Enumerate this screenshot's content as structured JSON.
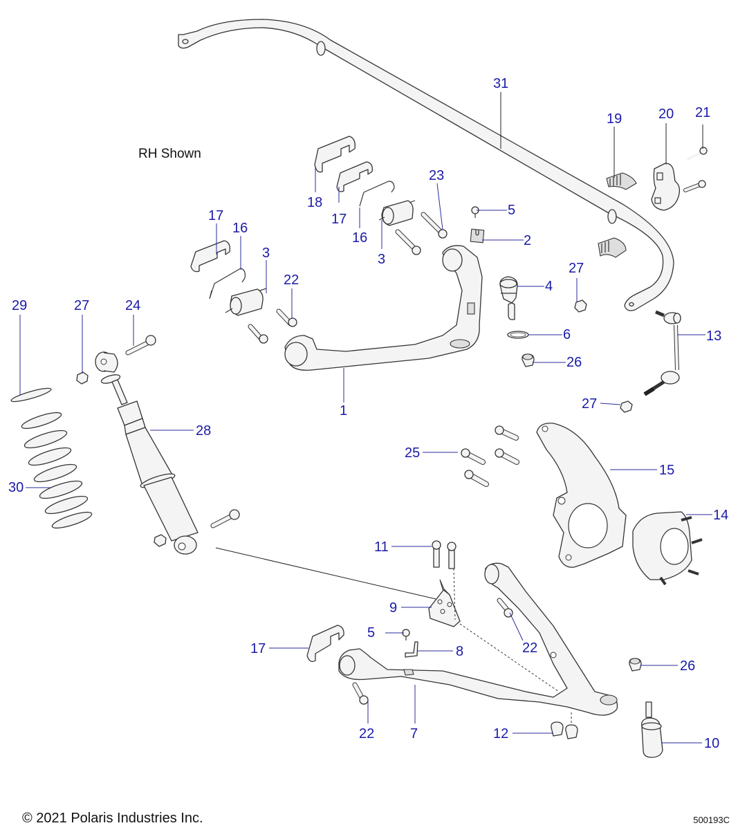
{
  "diagram": {
    "note": "RH Shown",
    "copyright": "© 2021 Polaris Industries Inc.",
    "drawing_number": "500193C",
    "label_color": "#1a1aa8",
    "callouts": [
      {
        "id": "31",
        "part": "stabilizer-bar"
      },
      {
        "id": "19",
        "part": "bushing"
      },
      {
        "id": "20",
        "part": "bracket-clamp"
      },
      {
        "id": "21",
        "part": "bolt"
      },
      {
        "id": "18",
        "part": "cover"
      },
      {
        "id": "17",
        "part": "clip"
      },
      {
        "id": "16",
        "part": "clip"
      },
      {
        "id": "23",
        "part": "bolt"
      },
      {
        "id": "5",
        "part": "screw"
      },
      {
        "id": "2",
        "part": "nut-clip"
      },
      {
        "id": "3",
        "part": "bushing"
      },
      {
        "id": "17",
        "part": "clip"
      },
      {
        "id": "16",
        "part": "clip"
      },
      {
        "id": "3",
        "part": "bushing"
      },
      {
        "id": "22",
        "part": "bolt"
      },
      {
        "id": "4",
        "part": "ball-joint"
      },
      {
        "id": "27",
        "part": "nut"
      },
      {
        "id": "6",
        "part": "ring"
      },
      {
        "id": "13",
        "part": "link"
      },
      {
        "id": "29",
        "part": "spring-seat"
      },
      {
        "id": "27",
        "part": "nut"
      },
      {
        "id": "24",
        "part": "bolt"
      },
      {
        "id": "26",
        "part": "bushing"
      },
      {
        "id": "1",
        "part": "upper-a-arm"
      },
      {
        "id": "27",
        "part": "nut"
      },
      {
        "id": "28",
        "part": "shock"
      },
      {
        "id": "25",
        "part": "bolt"
      },
      {
        "id": "15",
        "part": "spindle"
      },
      {
        "id": "30",
        "part": "spring"
      },
      {
        "id": "14",
        "part": "hub"
      },
      {
        "id": "11",
        "part": "bolt"
      },
      {
        "id": "9",
        "part": "bracket"
      },
      {
        "id": "5",
        "part": "screw"
      },
      {
        "id": "8",
        "part": "bracket"
      },
      {
        "id": "22",
        "part": "bolt"
      },
      {
        "id": "17",
        "part": "clip"
      },
      {
        "id": "26",
        "part": "bushing"
      },
      {
        "id": "22",
        "part": "bolt"
      },
      {
        "id": "7",
        "part": "lower-a-arm"
      },
      {
        "id": "12",
        "part": "nut"
      },
      {
        "id": "10",
        "part": "ball-joint"
      }
    ]
  }
}
